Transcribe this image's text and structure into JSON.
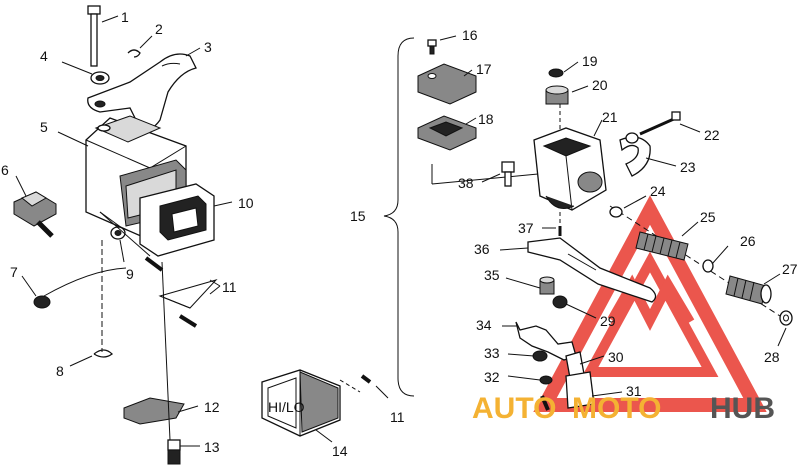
{
  "diagram": {
    "callouts": [
      "1",
      "2",
      "3",
      "4",
      "5",
      "6",
      "7",
      "8",
      "9",
      "10",
      "11",
      "11",
      "12",
      "13",
      "14",
      "15",
      "16",
      "17",
      "18",
      "19",
      "20",
      "21",
      "22",
      "23",
      "24",
      "25",
      "26",
      "27",
      "28",
      "29",
      "30",
      "31",
      "32",
      "33",
      "34",
      "35",
      "36",
      "37",
      "38"
    ],
    "switch_label": "HI/LO"
  },
  "watermark": {
    "part1": "AUTO",
    "part2": "MOTO",
    "part3": "HUB",
    "color_accent": "#e8392e",
    "color_gold": "#f4b233",
    "color_dark": "#555555"
  }
}
